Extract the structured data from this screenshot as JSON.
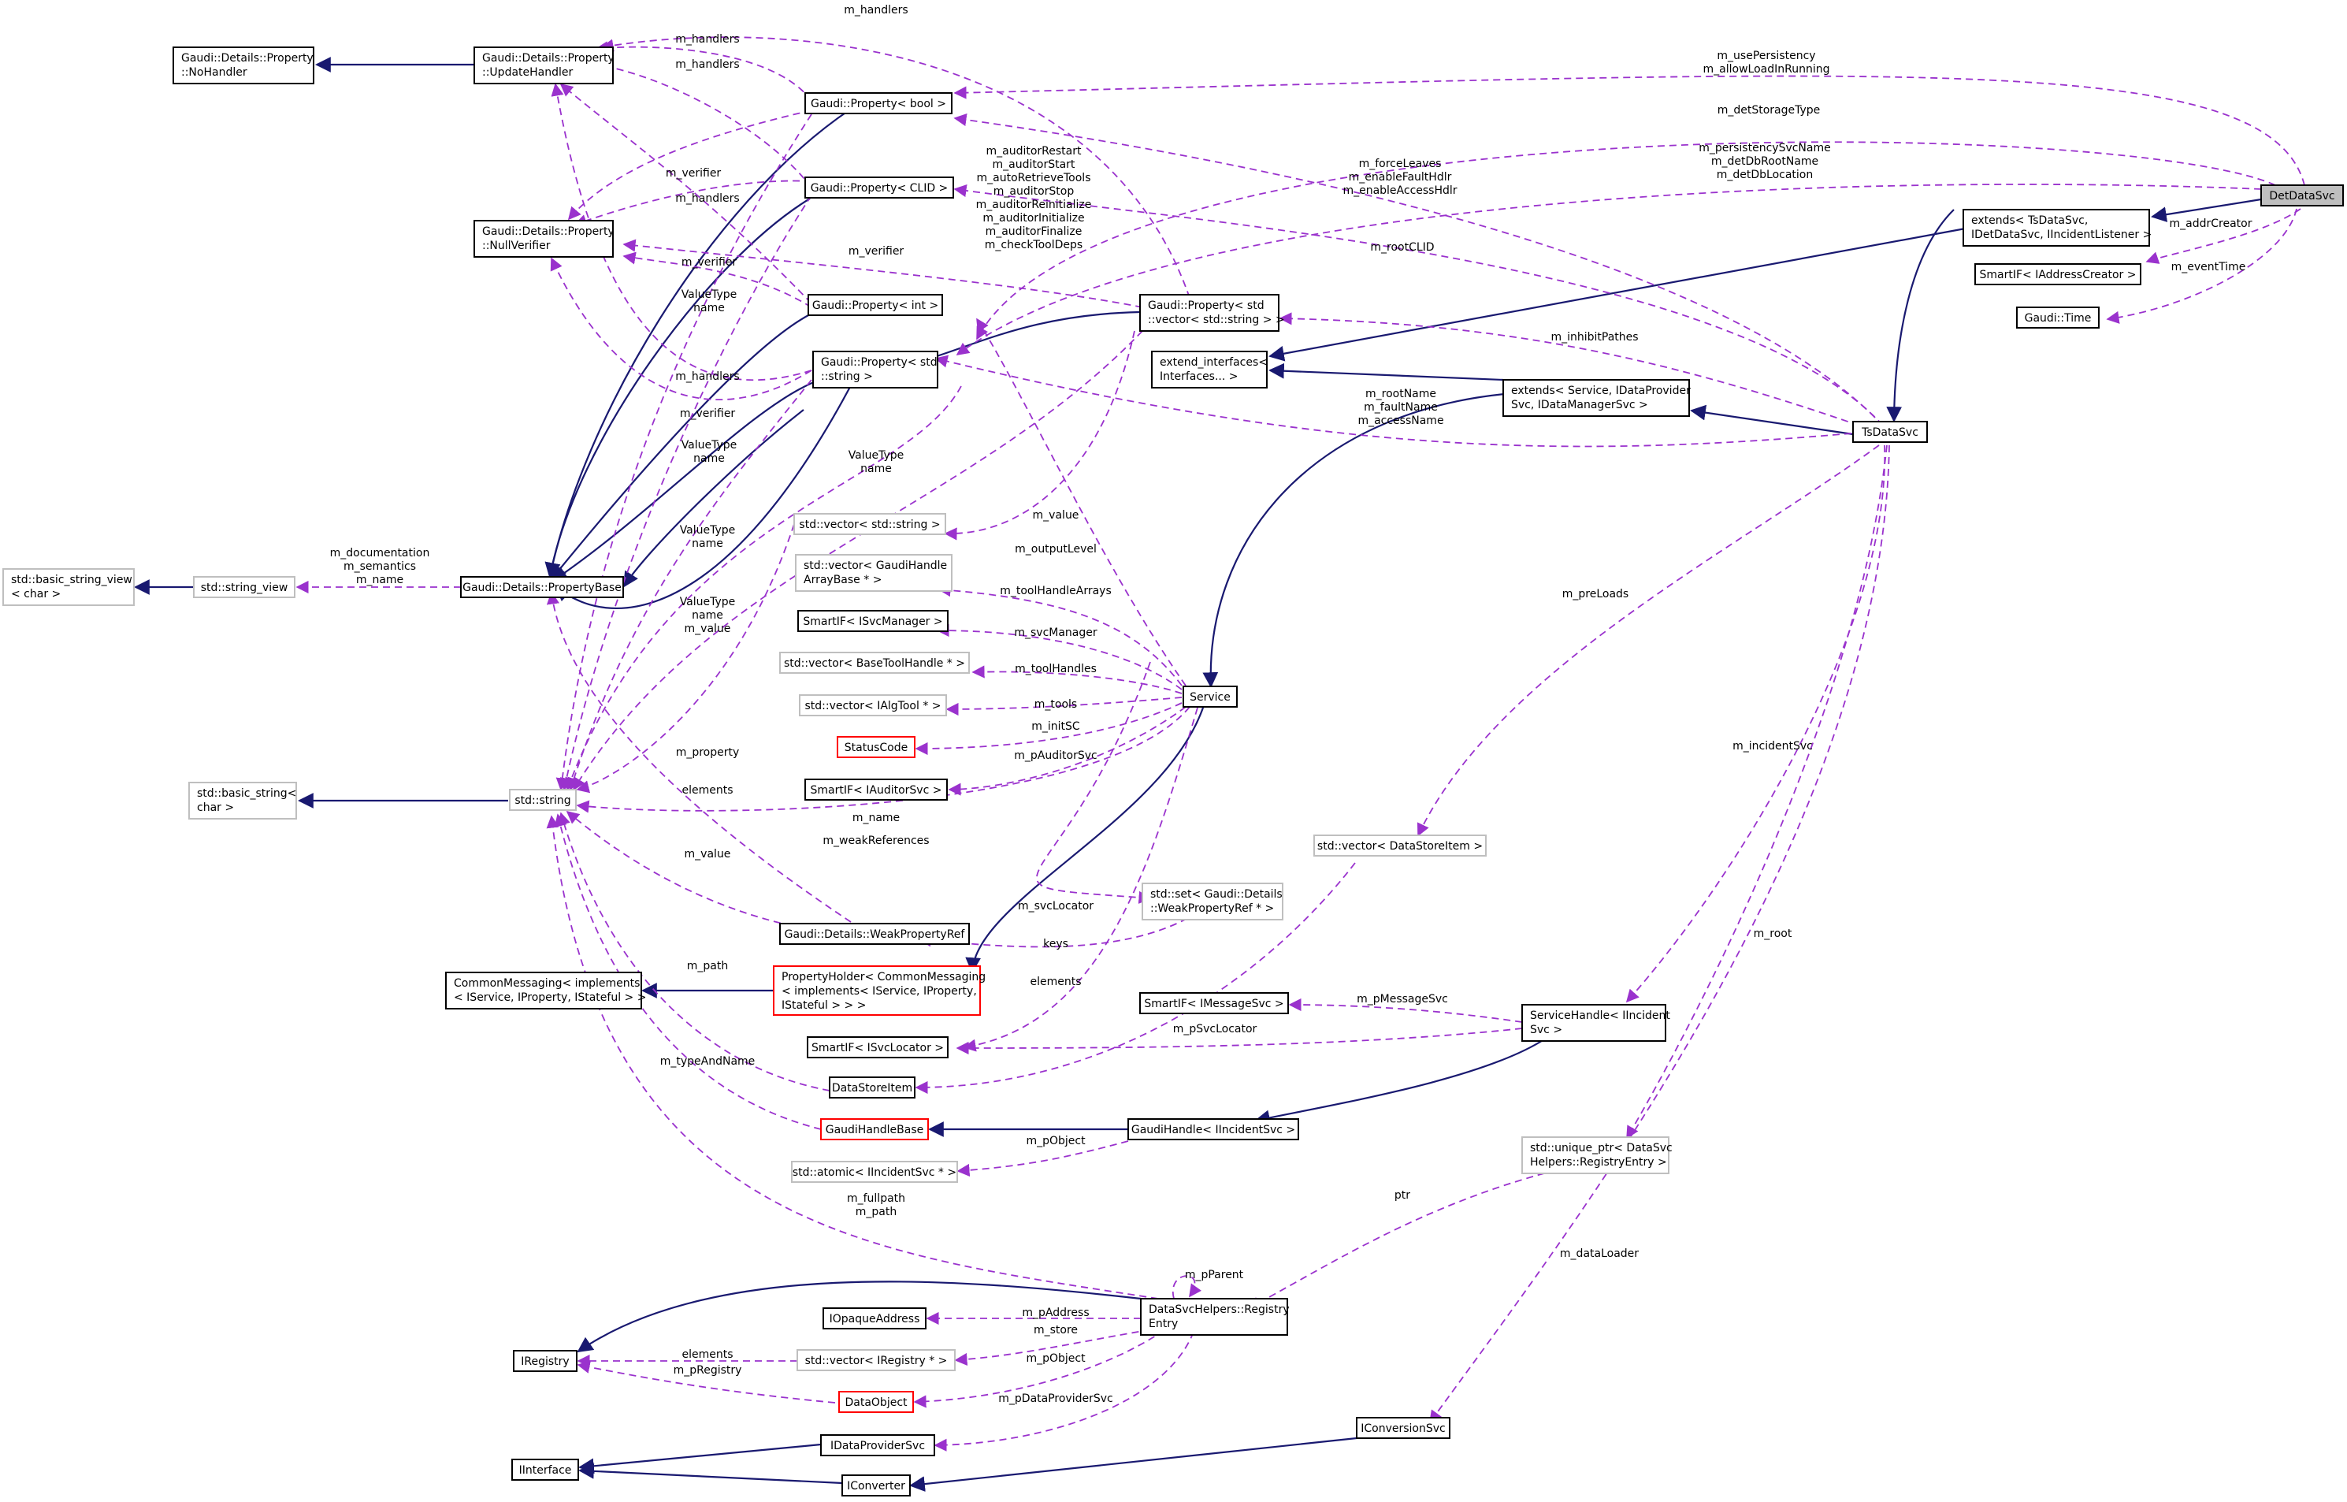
{
  "nodes": {
    "DetDataSvc": [
      "DetDataSvc"
    ],
    "TsDataSvc": [
      "TsDataSvc"
    ],
    "extTsDataSvc": [
      "extends< TsDataSvc,",
      "IDetDataSvc, IIncidentListener >"
    ],
    "SmartIFAddr": [
      "SmartIF< IAddressCreator >"
    ],
    "GaudiTime": [
      "Gaudi::Time"
    ],
    "extService": [
      "extends< Service, IDataProvider",
      "Svc, IDataManagerSvc >"
    ],
    "extIfaces": [
      "extend_interfaces<",
      "Interfaces... >"
    ],
    "Service": [
      "Service"
    ],
    "PropBool": [
      "Gaudi::Property< bool >"
    ],
    "PropCLID": [
      "Gaudi::Property< CLID >"
    ],
    "PropInt": [
      "Gaudi::Property< int >"
    ],
    "PropStr": [
      "Gaudi::Property< std",
      "::string >"
    ],
    "PropVec": [
      "Gaudi::Property< std",
      "::vector< std::string > >"
    ],
    "UpdHandler": [
      "Gaudi::Details::Property",
      "::UpdateHandler"
    ],
    "NoHandler": [
      "Gaudi::Details::Property",
      "::NoHandler"
    ],
    "NullVerifier": [
      "Gaudi::Details::Property",
      "::NullVerifier"
    ],
    "PropBase": [
      "Gaudi::Details::PropertyBase"
    ],
    "StringView": [
      "std::string_view"
    ],
    "BasicStringView": [
      "std::basic_string_view",
      "< char >"
    ],
    "StdString": [
      "std::string"
    ],
    "BasicString": [
      "std::basic_string<",
      "char >"
    ],
    "VecString": [
      "std::vector< std::string >"
    ],
    "VecGHAB": [
      "std::vector< GaudiHandle",
      "ArrayBase * >"
    ],
    "SmartISvcMgr": [
      "SmartIF< ISvcManager >"
    ],
    "VecBTH": [
      "std::vector< BaseToolHandle * >"
    ],
    "VecIAlgTool": [
      "std::vector< IAlgTool * >"
    ],
    "StatusCode": [
      "StatusCode"
    ],
    "SmartIAudSvc": [
      "SmartIF< IAuditorSvc >"
    ],
    "WeakPropRef": [
      "Gaudi::Details::WeakPropertyRef"
    ],
    "SetWeak": [
      "std::set< Gaudi::Details",
      "::WeakPropertyRef * >"
    ],
    "CommonMsg": [
      "CommonMessaging< implements",
      "< IService, IProperty, IStateful > >"
    ],
    "PropHolder": [
      "PropertyHolder< CommonMessaging",
      "< implements< IService, IProperty,",
      "IStateful > > >"
    ],
    "SmartISvcLoc": [
      "SmartIF< ISvcLocator >"
    ],
    "DataStoreItem": [
      "DataStoreItem"
    ],
    "GaudiHandleBase": [
      "GaudiHandleBase"
    ],
    "AtomicIInc": [
      "std::atomic< IIncidentSvc * >"
    ],
    "VecDSI": [
      "std::vector< DataStoreItem >"
    ],
    "SmartIMsgSvc": [
      "SmartIF< IMessageSvc >"
    ],
    "SvcHandle": [
      "ServiceHandle< IIncident",
      "Svc >"
    ],
    "GaudiHandle": [
      "GaudiHandle< IIncidentSvc >"
    ],
    "UniquePtr": [
      "std::unique_ptr< DataSvc",
      "Helpers::RegistryEntry >"
    ],
    "RegEntry": [
      "DataSvcHelpers::Registry",
      "Entry"
    ],
    "IOpaqueAddress": [
      "IOpaqueAddress"
    ],
    "VecIReg": [
      "std::vector< IRegistry * >"
    ],
    "IRegistry": [
      "IRegistry"
    ],
    "DataObject": [
      "DataObject"
    ],
    "IDataProviderSvc": [
      "IDataProviderSvc"
    ],
    "IInterface": [
      "IInterface"
    ],
    "IConverter": [
      "IConverter"
    ],
    "IConversionSvc": [
      "IConversionSvc"
    ]
  },
  "labels": {
    "handlers_top": [
      "m_handlers"
    ],
    "usePersistency": [
      "m_usePersistency",
      "m_allowLoadInRunning"
    ],
    "detStorageType": [
      "m_detStorageType"
    ],
    "persistencySvcName": [
      "m_persistencySvcName",
      "m_detDbRootName",
      "m_detDbLocation"
    ],
    "addrCreator": [
      "m_addrCreator"
    ],
    "eventTime": [
      "m_eventTime"
    ],
    "forceLeaves": [
      "m_forceLeaves",
      "m_enableFaultHdlr",
      "m_enableAccessHdlr"
    ],
    "auditors": [
      "m_auditorRestart",
      "m_auditorStart",
      "m_autoRetrieveTools",
      "m_auditorStop",
      "m_auditorReinitialize",
      "m_auditorInitialize",
      "m_auditorFinalize",
      "m_checkToolDeps"
    ],
    "handlers_a": [
      "m_handlers"
    ],
    "handlers_b": [
      "m_handlers"
    ],
    "handlers_c": [
      "m_handlers"
    ],
    "handlers_d": [
      "m_handlers"
    ],
    "verifier_a": [
      "m_verifier"
    ],
    "verifier_b": [
      "m_verifier"
    ],
    "verifier_c": [
      "m_verifier"
    ],
    "verifier_d": [
      "m_verifier"
    ],
    "verifier_e": [
      "m_verifier"
    ],
    "rootCLID": [
      "m_rootCLID"
    ],
    "inhibitPathes": [
      "m_inhibitPathes"
    ],
    "rootName": [
      "m_rootName",
      "m_faultName",
      "m_accessName"
    ],
    "vtname_a": [
      "ValueType",
      "name"
    ],
    "vtname_b": [
      "ValueType",
      "name"
    ],
    "vtname_c": [
      "ValueType",
      "name"
    ],
    "vtname_d": [
      "ValueType",
      "name"
    ],
    "vtname_e": [
      "ValueType",
      "name",
      "m_value"
    ],
    "documentation": [
      "m_documentation",
      "m_semantics",
      "m_name"
    ],
    "value_a": [
      "m_value"
    ],
    "outputLevel": [
      "m_outputLevel"
    ],
    "toolHandleArrays": [
      "m_toolHandleArrays"
    ],
    "svcManager": [
      "m_svcManager"
    ],
    "toolHandles": [
      "m_toolHandles"
    ],
    "tools": [
      "m_tools"
    ],
    "initSC": [
      "m_initSC"
    ],
    "pAuditorSvc": [
      "m_pAuditorSvc"
    ],
    "property": [
      "m_property"
    ],
    "elements_a": [
      "elements"
    ],
    "m_name": [
      "m_name"
    ],
    "weakReferences": [
      "m_weakReferences"
    ],
    "value_b": [
      "m_value"
    ],
    "svcLocator": [
      "m_svcLocator"
    ],
    "keys": [
      "keys"
    ],
    "path": [
      "m_path"
    ],
    "elements_b": [
      "elements"
    ],
    "pMessageSvc": [
      "m_pMessageSvc"
    ],
    "pSvcLocator": [
      "m_pSvcLocator"
    ],
    "typeAndName": [
      "m_typeAndName"
    ],
    "pObject_a": [
      "m_pObject"
    ],
    "preLoads": [
      "m_preLoads"
    ],
    "incidentSvc": [
      "m_incidentSvc"
    ],
    "root": [
      "m_root"
    ],
    "ptr": [
      "ptr"
    ],
    "fullpath": [
      "m_fullpath",
      "m_path"
    ],
    "pParent": [
      "m_pParent"
    ],
    "pAddress": [
      "m_pAddress"
    ],
    "store": [
      "m_store"
    ],
    "pObject_b": [
      "m_pObject"
    ],
    "elements_c": [
      "elements"
    ],
    "pRegistry": [
      "m_pRegistry"
    ],
    "pDataProviderSvc": [
      "m_pDataProviderSvc"
    ],
    "dataLoader": [
      "m_dataLoader"
    ]
  },
  "colors": {
    "inheritance_edge": "#191970",
    "usage_edge": "#9a32cd",
    "documented_border": "#000000",
    "undocumented_border": "#bfbfbf",
    "truncated_border": "#ff0000",
    "focus_fill": "#bfbfbf"
  }
}
